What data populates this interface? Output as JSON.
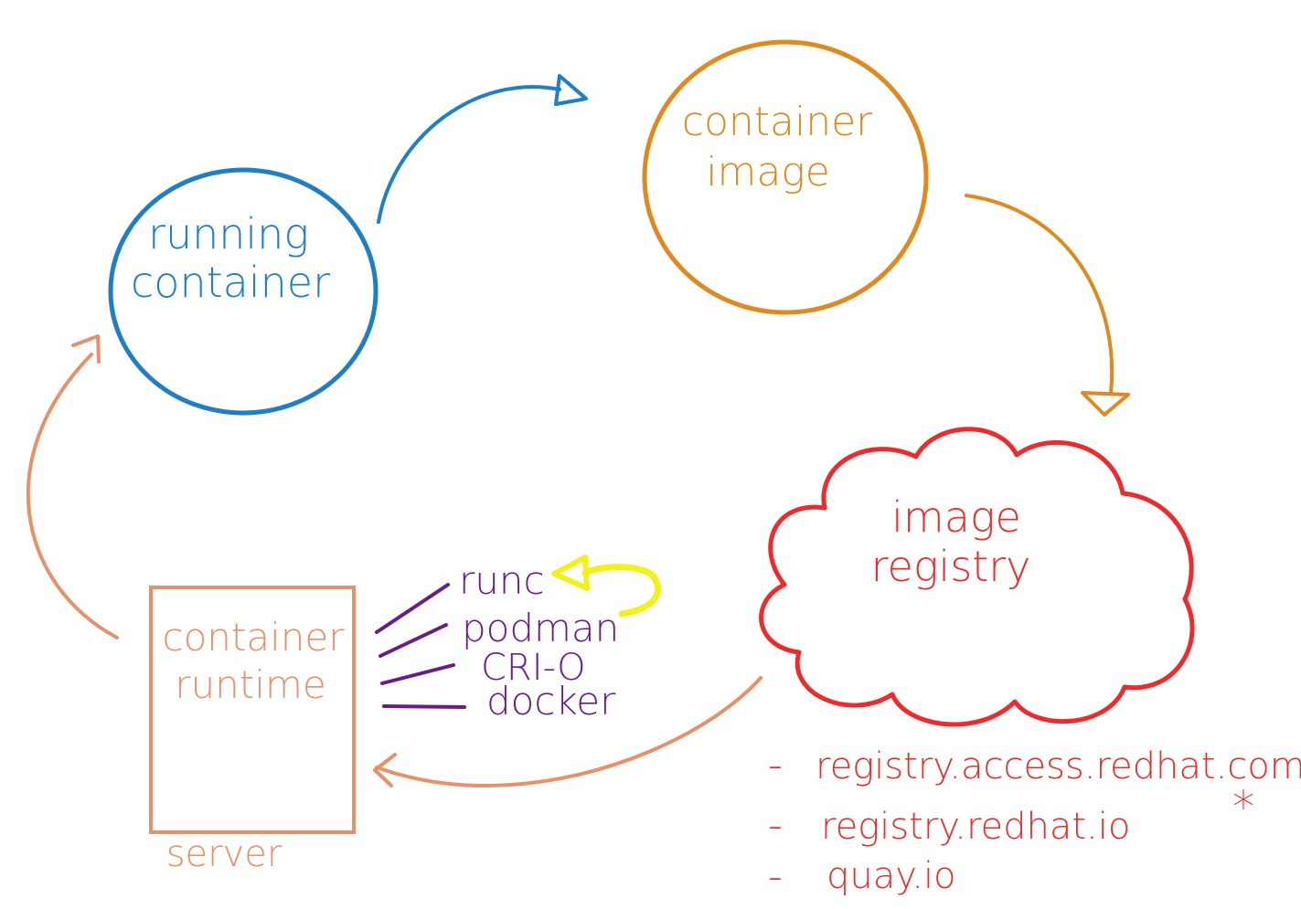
{
  "colors": {
    "running": "#1e7ec8",
    "image": "#e08a1e",
    "registry": "#ee2a2a",
    "runtime": "#e8906a",
    "tools": "#6a1b8a",
    "highlight": "#f2f21a"
  },
  "nodes": {
    "running_container": {
      "line1": "running",
      "line2": "container"
    },
    "container_image": {
      "line1": "container",
      "line2": "image"
    },
    "image_registry": {
      "line1": "image",
      "line2": "registry"
    },
    "container_runtime": {
      "line1": "container",
      "line2": "runtime",
      "caption": "server"
    }
  },
  "runtime_tools": [
    "runc",
    "podman",
    "CRI-O",
    "docker"
  ],
  "registries": [
    {
      "bullet": "-",
      "name": "registry.access.redhat.com",
      "mark": ""
    },
    {
      "bullet": "-",
      "name": "registry.redhat.io",
      "mark": "*"
    },
    {
      "bullet": "-",
      "name": "quay.io",
      "mark": ""
    }
  ]
}
